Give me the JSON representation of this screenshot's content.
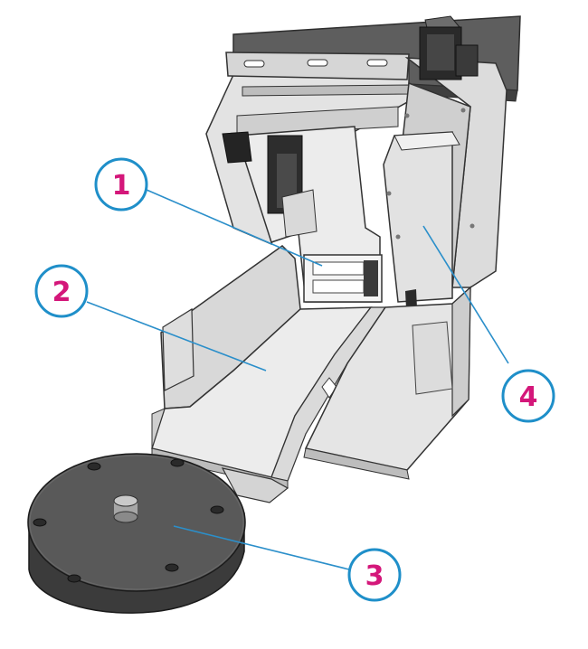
{
  "colors": {
    "background": "#ffffff",
    "callout_stroke": "#1f8fc9",
    "callout_number": "#d4177a",
    "leader_line": "#2b8fca",
    "metal_light": "#e6e6e6",
    "metal_mid": "#c9c9c9",
    "metal_dark": "#9a9a9a",
    "outline": "#3a3a3a",
    "weight_top": "#5a5a5a",
    "weight_side": "#3c3c3c"
  },
  "callouts": [
    {
      "id": "1",
      "label": "1"
    },
    {
      "id": "2",
      "label": "2"
    },
    {
      "id": "3",
      "label": "3"
    },
    {
      "id": "4",
      "label": "4"
    }
  ]
}
